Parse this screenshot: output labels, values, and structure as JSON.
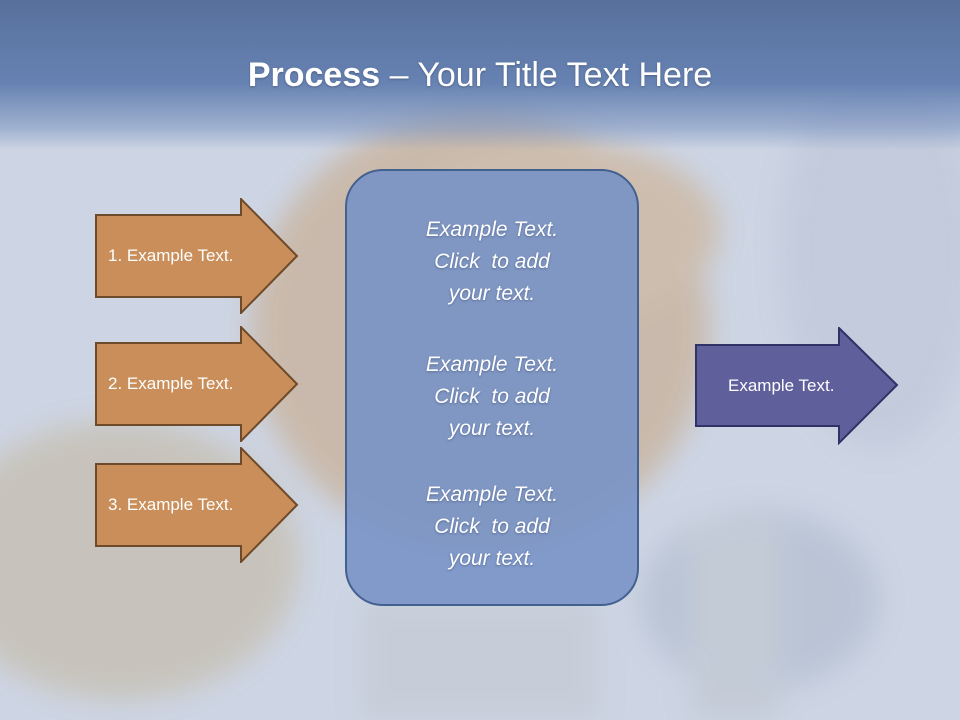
{
  "slide": {
    "title_bold": "Process",
    "title_rest": " – Your Title Text Here"
  },
  "left_arrows": [
    {
      "label": "1. Example Text."
    },
    {
      "label": "2. Example Text."
    },
    {
      "label": "3. Example Text."
    }
  ],
  "center_box": {
    "blocks": [
      {
        "line1": "Example Text.",
        "line2": "Click  to add",
        "line3": "your text."
      },
      {
        "line1": "Example Text.",
        "line2": "Click  to add",
        "line3": "your text."
      },
      {
        "line1": "Example Text.",
        "line2": "Click  to add",
        "line3": "your text."
      }
    ]
  },
  "right_arrow": {
    "label": "Example Text."
  },
  "colors": {
    "left_arrow_fill": "#c98e59",
    "left_arrow_border": "#6e4a2a",
    "center_fill": "#7692c6",
    "right_arrow_fill": "#5e5f9b",
    "title_band": "#6682b2"
  }
}
